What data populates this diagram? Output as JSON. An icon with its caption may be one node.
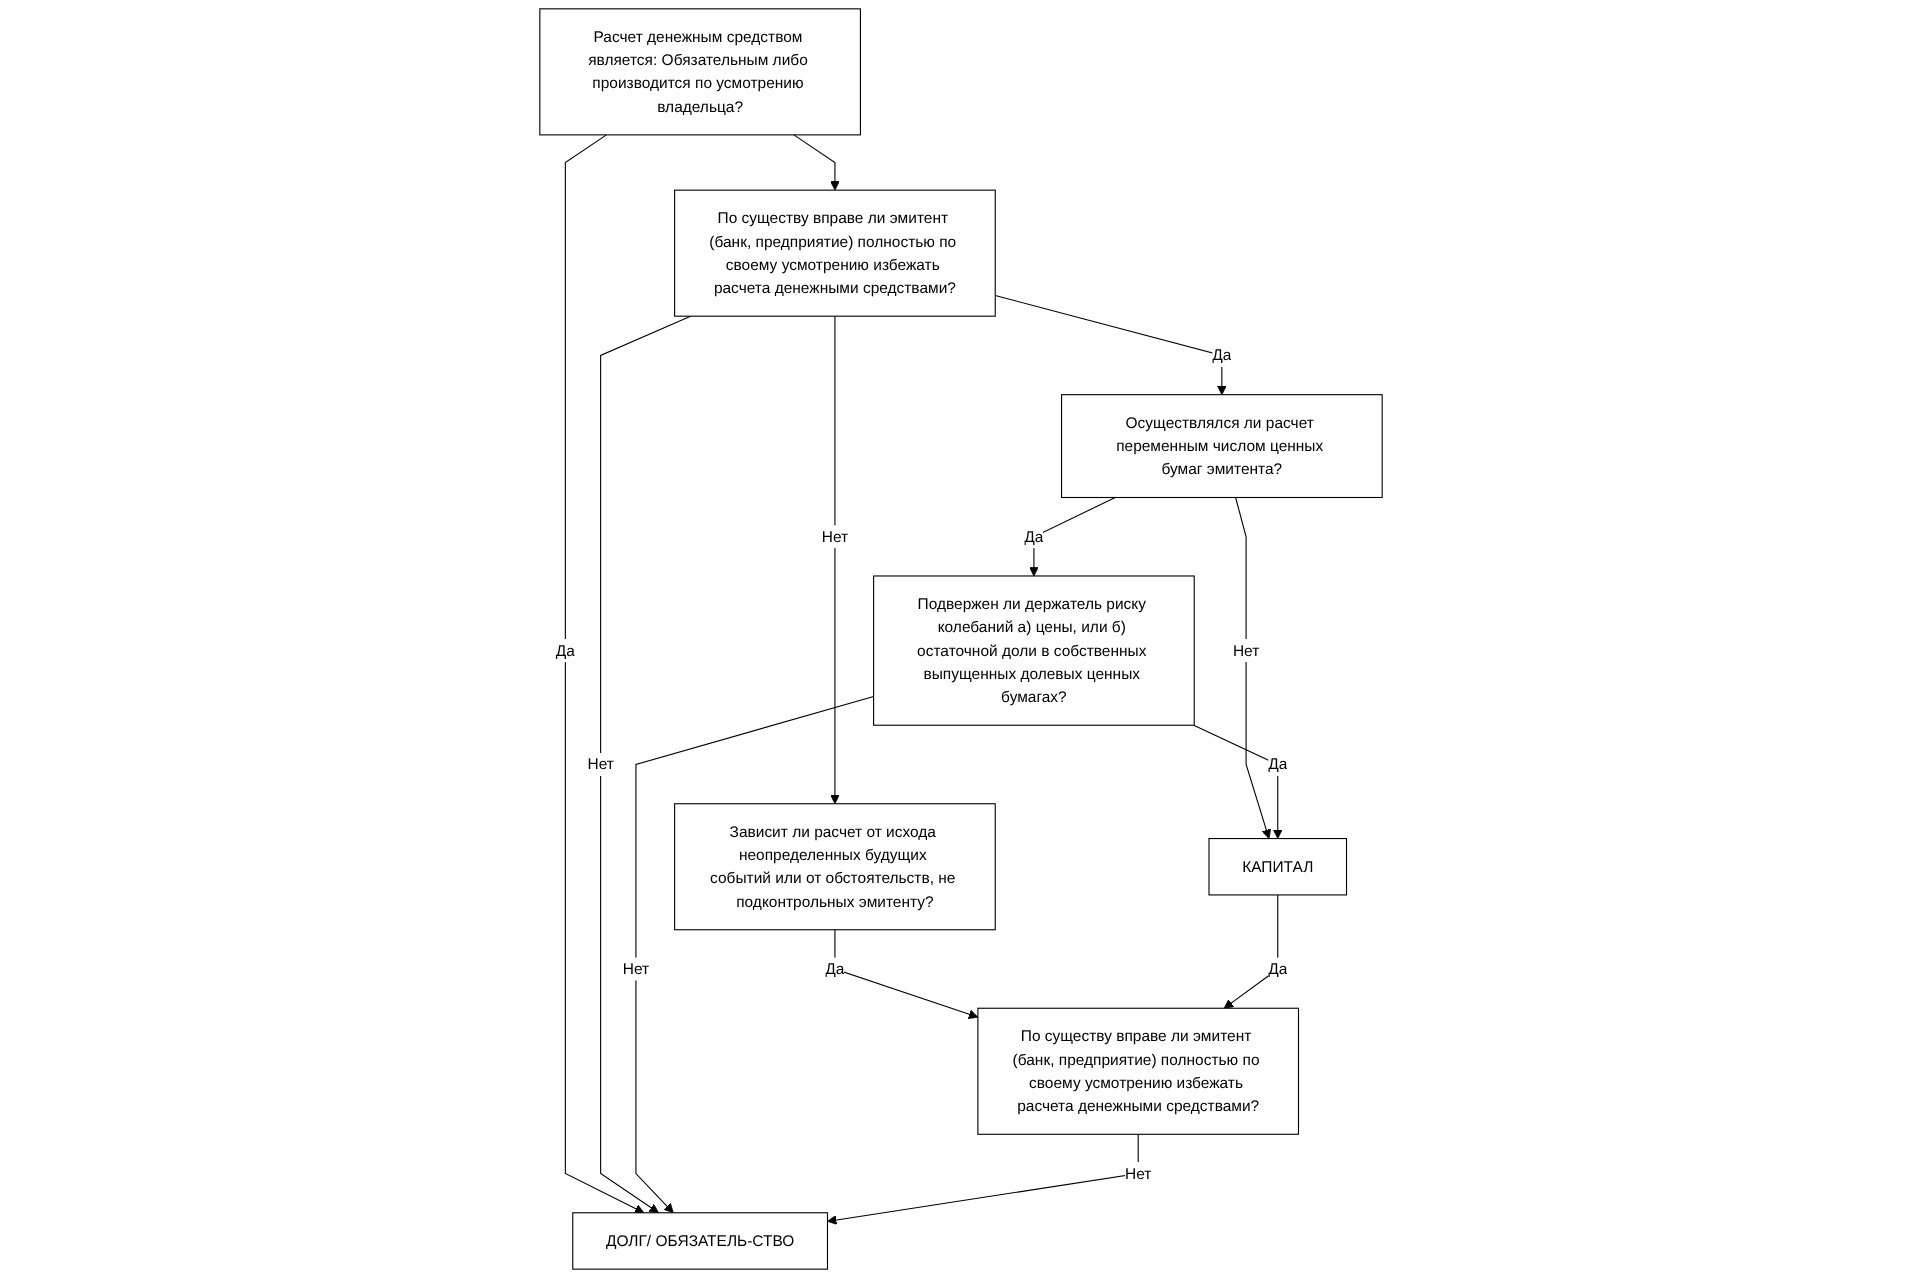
{
  "diagram": {
    "nodes": [
      {
        "text": [
          "Расчет денежным средством является: Обязательным либо производится по усмотрению владельца?"
        ]
      },
      {
        "text": [
          "По существу вправе ли эмитент (банк, предприятие) полностью по своему усмотрению избежать расчета денежными средствами?"
        ]
      },
      {
        "text": [
          "Осуществлялся ли расчет переменным числом ценных бумаг эмитента?"
        ]
      },
      {
        "text": [
          "Зависит ли расчет от исхода неопределенных будущих событий или от обстоятельств, не подконтрольных эмитенту?"
        ]
      },
      {
        "text": [
          "Подвержен ли держатель риску колебаний а) цены, или б) остаточной доли в собственных выпущенных долевых ценных бумагах?"
        ]
      },
      {
        "text": [
          "КАПИТАЛ"
        ]
      },
      {
        "text": [
          "По существу вправе ли эмитент (банк, предприятие) полностью по своему усмотрению избежать расчета денежными средствами?"
        ]
      },
      {
        "text": [
          "ДОЛГ/ ОБЯЗАТЕЛЬ-СТВО"
        ]
      }
    ],
    "edges": [
      {
        "from": 0,
        "to": 7,
        "label": "Да",
        "arrow": "to"
      },
      {
        "from": 0,
        "to": 1,
        "arrow": "to"
      },
      {
        "from": 1,
        "to": 2,
        "label": "Да",
        "arrow": "to"
      },
      {
        "from": 1,
        "to": 7,
        "label": "Нет",
        "arrow": "to"
      },
      {
        "from": 2,
        "to": 5,
        "label": "Нет",
        "arrow": "to"
      },
      {
        "from": 1,
        "to": 3,
        "label": "Нет",
        "arrow": "to"
      },
      {
        "from": 2,
        "to": 4,
        "label": "Да",
        "arrow": "to"
      },
      {
        "from": 4,
        "to": 7,
        "label": "Нет",
        "arrow": "to"
      },
      {
        "from": 3,
        "to": 6,
        "label": "Да",
        "arrow": "to"
      },
      {
        "from": 4,
        "to": 5,
        "label": "Да",
        "arrow": "to"
      },
      {
        "from": 5,
        "to": 6,
        "label": "Да",
        "arrow": "to"
      },
      {
        "from": 6,
        "to": 7,
        "label": "Нет",
        "arrow": "to"
      }
    ]
  }
}
